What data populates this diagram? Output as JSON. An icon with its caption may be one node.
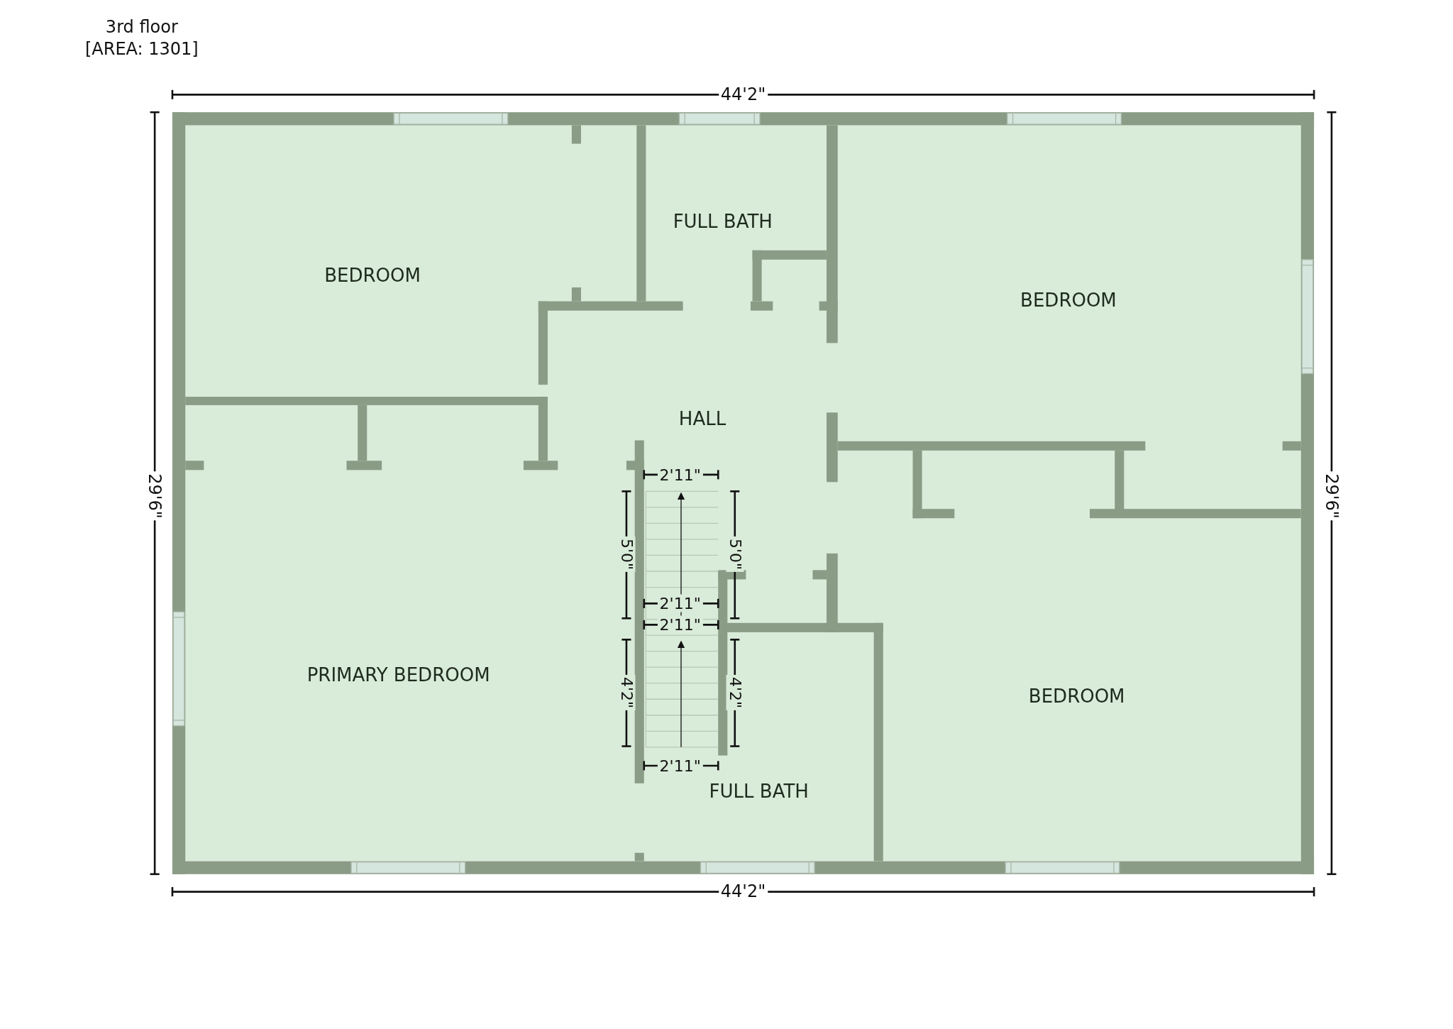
{
  "diagram": {
    "title": "3rd floor",
    "nodes": [
      {
        "text": [
          "BEDROOM"
        ]
      },
      {
        "text": [
          "FULL BATH"
        ]
      },
      {
        "text": [
          "BEDROOM"
        ]
      },
      {
        "text": [
          "HALL"
        ]
      },
      {
        "text": [
          "PRIMARY BEDROOM"
        ]
      },
      {
        "text": [
          "FULL BATH"
        ]
      },
      {
        "text": [
          "BEDROOM"
        ]
      }
    ],
    "edges": [],
    "labels": [
      "[AREA: 1301]",
      "44'2\"",
      "29'6\"",
      "29'6\"",
      "2'11\"",
      "5'0\"",
      "5'0\"",
      "2'11\"",
      "2'11\"",
      "4'2\"",
      "4'2\"",
      "2'11\"",
      "44'2\""
    ]
  }
}
